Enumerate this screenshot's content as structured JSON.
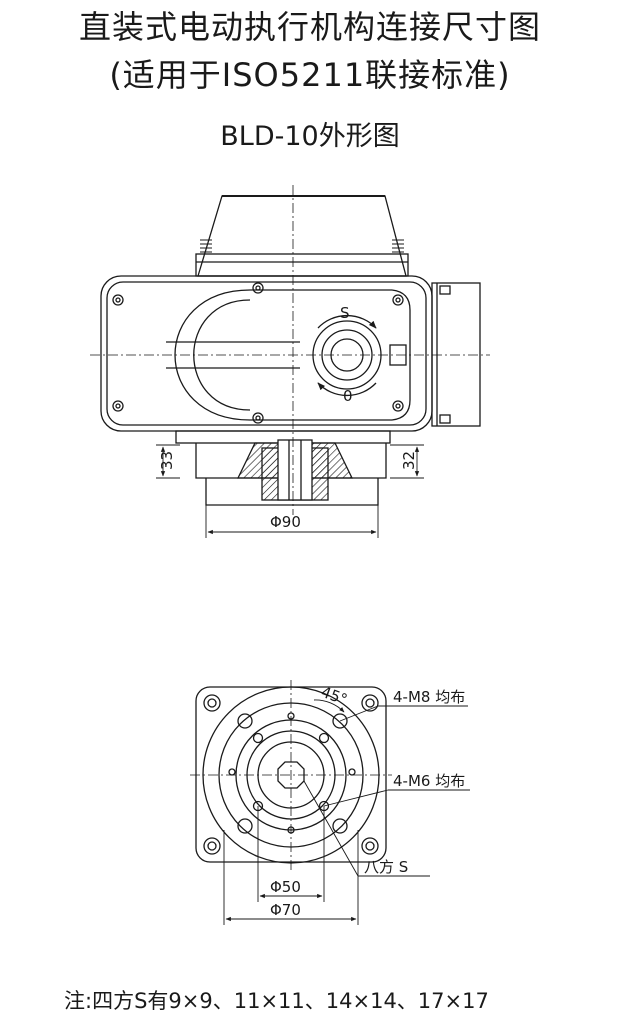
{
  "header": {
    "title_line1": "直装式电动执行机构连接尺寸图",
    "title_line2": "(适用于ISO5211联接标准)",
    "subtitle": "BLD-10外形图"
  },
  "front_view": {
    "switch_open": "S",
    "switch_close": "0",
    "dim_left_height": "33",
    "dim_right_height": "32",
    "dim_flange_diameter": "Φ90"
  },
  "bottom_view": {
    "angle_label": "45°",
    "outer_bolt_label": "4-M8 均布",
    "inner_bolt_label": "4-M6 均布",
    "octagon_label": "八方 S",
    "dim_inner_diameter": "Φ50",
    "dim_outer_diameter": "Φ70"
  },
  "footer": {
    "note": "注:四方S有9×9、11×11、14×14、17×17"
  },
  "colors": {
    "line": "#1a1a1a",
    "background": "#ffffff"
  }
}
